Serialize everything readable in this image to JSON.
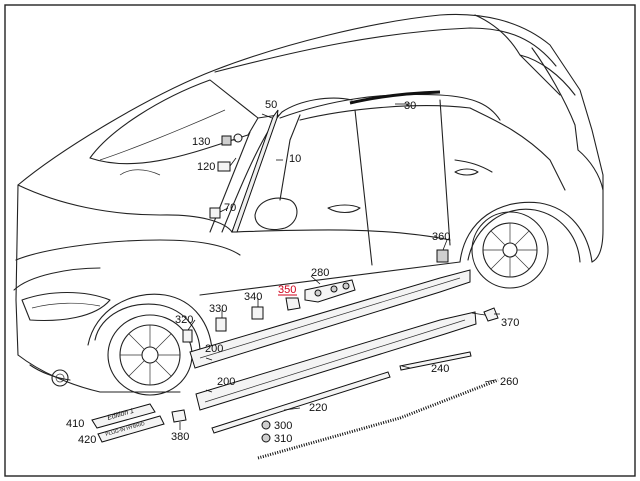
{
  "callouts": {
    "c10": "10",
    "c30": "30",
    "c50": "50",
    "c70": "70",
    "c120": "120",
    "c130": "130",
    "c200a": "200",
    "c200b": "200",
    "c220": "220",
    "c240": "240",
    "c260": "260",
    "c280": "280",
    "c300": "300",
    "c310": "310",
    "c320": "320",
    "c330": "330",
    "c340": "340",
    "c350": "350",
    "c360": "360",
    "c370": "370",
    "c380": "380",
    "c410": "410",
    "c420": "420"
  },
  "badges": {
    "edition": "Edition 1",
    "hybrid": "PLUG-IN HYBRID"
  },
  "colors": {
    "highlight": "#d0021b",
    "line": "#222222"
  }
}
